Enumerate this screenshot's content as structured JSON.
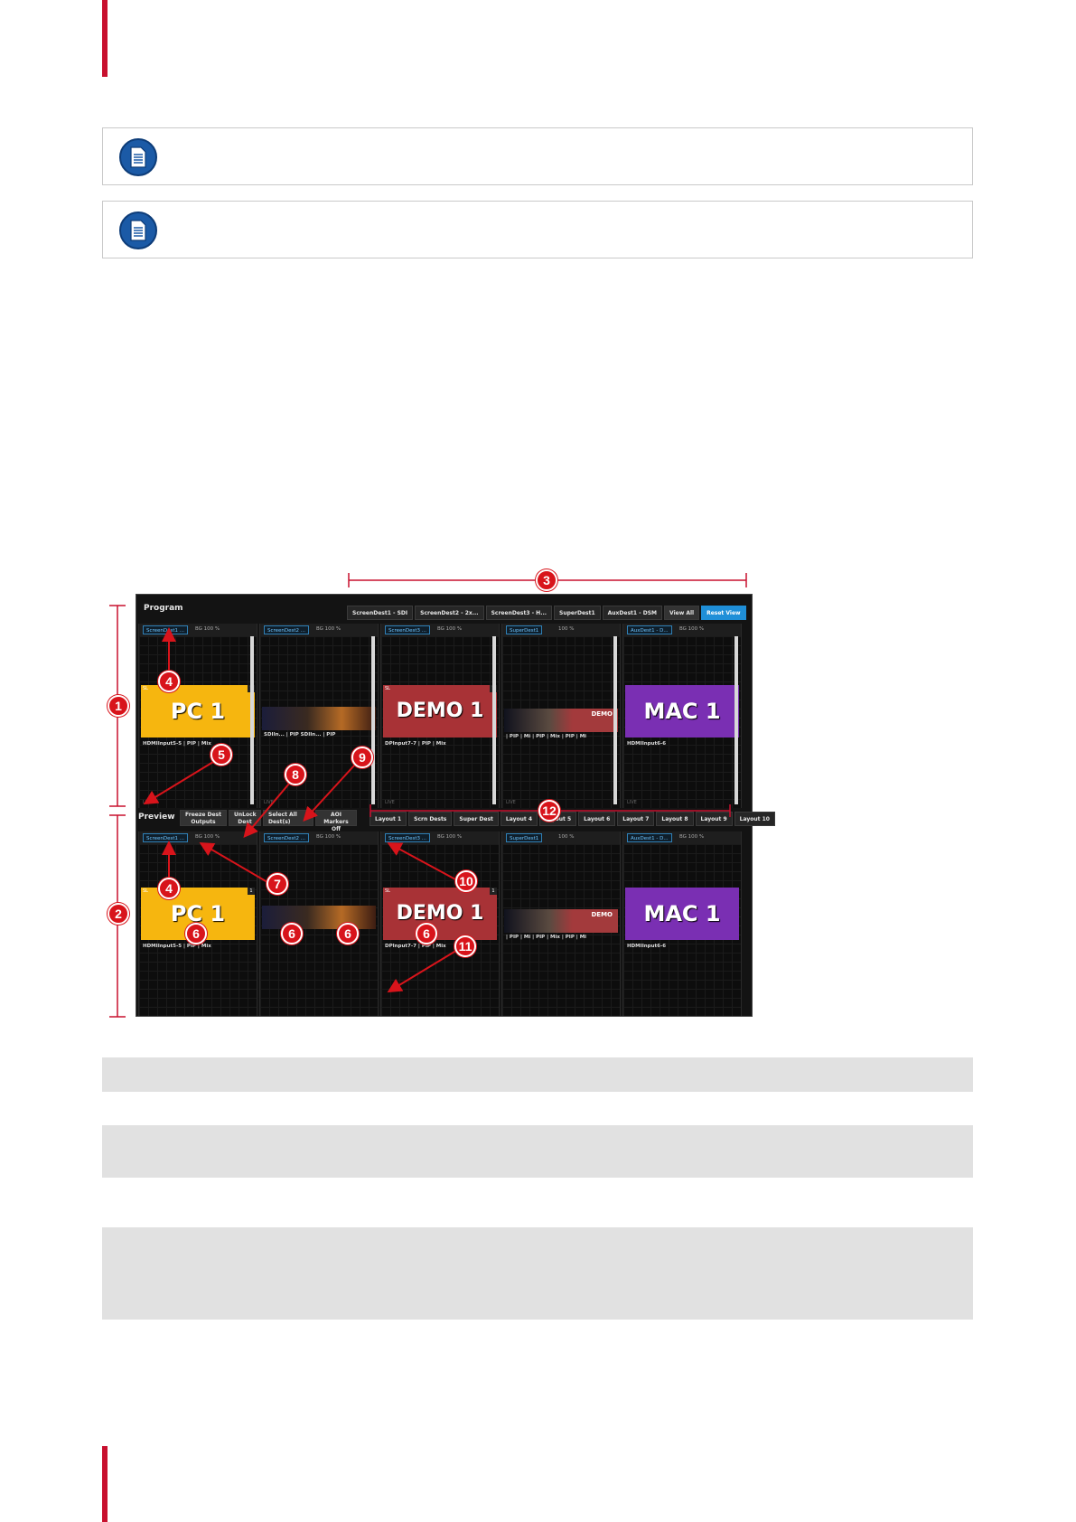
{
  "figure": {
    "program_label": "Program",
    "preview_label": "Preview",
    "program_tabs": [
      "ScreenDest1 - SDI",
      "ScreenDest2 - 2x...",
      "ScreenDest3 - H...",
      "SuperDest1",
      "AuxDest1 - DSM",
      "View All",
      "Reset View"
    ],
    "preview_buttons": [
      "Freeze Dest Outputs",
      "UnLock Dest",
      "Select All Dest(s)",
      "AOI Markers Off"
    ],
    "layout_tabs": [
      "Layout 1",
      "Scrn Dests",
      "Super Dest",
      "Layout 4",
      "Layout 5",
      "Layout 6",
      "Layout 7",
      "Layout 8",
      "Layout 9",
      "Layout 10"
    ],
    "destinations": [
      {
        "name": "ScreenDest1 ...",
        "bg": "BG 100 %",
        "caption": "HDMIInput5-5 | PIP | Mix",
        "layer": "PC 1",
        "color": "#f6b60f"
      },
      {
        "name": "ScreenDest2 ...",
        "bg": "BG 100 %",
        "caption": "SDIIn... | PIP    SDIIn... | PIP",
        "layer": "",
        "color": ""
      },
      {
        "name": "ScreenDest3 ...",
        "bg": "BG 100 %",
        "caption": "DPInput7-7 | PIP | Mix",
        "layer": "DEMO 1",
        "color": "#a83236"
      },
      {
        "name": "SuperDest1",
        "bg": "100 %",
        "caption": "| PIP | Mi   | PIP | Mix   | PIP | Mi",
        "layer": "",
        "color": ""
      },
      {
        "name": "AuxDest1 - D...",
        "bg": "BG 100 %",
        "caption": "HDMIInput6-6",
        "layer": "MAC 1",
        "color": "#7a2fb3"
      }
    ],
    "small_labels": {
      "sl": "SL",
      "one": "1",
      "live": "LIVE",
      "demo_small": "DEMO"
    },
    "callouts": [
      "1",
      "2",
      "3",
      "4",
      "5",
      "6",
      "7",
      "8",
      "9",
      "10",
      "11",
      "12"
    ]
  },
  "colors": {
    "accent_red": "#c8102e",
    "note_icon_blue": "#1b5aa6",
    "callout_red": "#d8141b"
  },
  "icons": [
    "note-document-icon"
  ]
}
